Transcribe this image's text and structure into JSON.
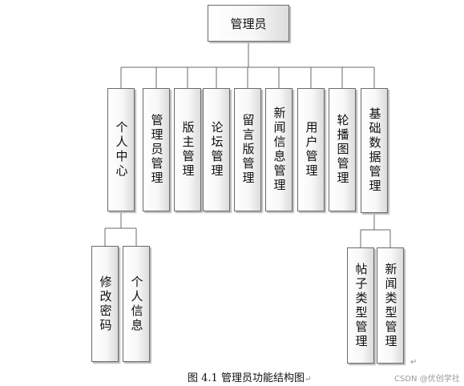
{
  "root": "管理员",
  "level1": [
    {
      "label": "个人中心"
    },
    {
      "label": "管理员管理"
    },
    {
      "label": "版主管理"
    },
    {
      "label": "论坛管理"
    },
    {
      "label": "留言版管理"
    },
    {
      "label": "新闻信息管理"
    },
    {
      "label": "用户管理"
    },
    {
      "label": "轮播图管理"
    },
    {
      "label": "基础数据管理"
    }
  ],
  "personal_children": [
    "修改密码",
    "个人信息"
  ],
  "basic_children": [
    "帖子类型管理",
    "新闻类型管理"
  ],
  "caption": "图 4.1  管理员功能结构图",
  "watermark": "CSDN @优创学社",
  "para_mark": "↵"
}
